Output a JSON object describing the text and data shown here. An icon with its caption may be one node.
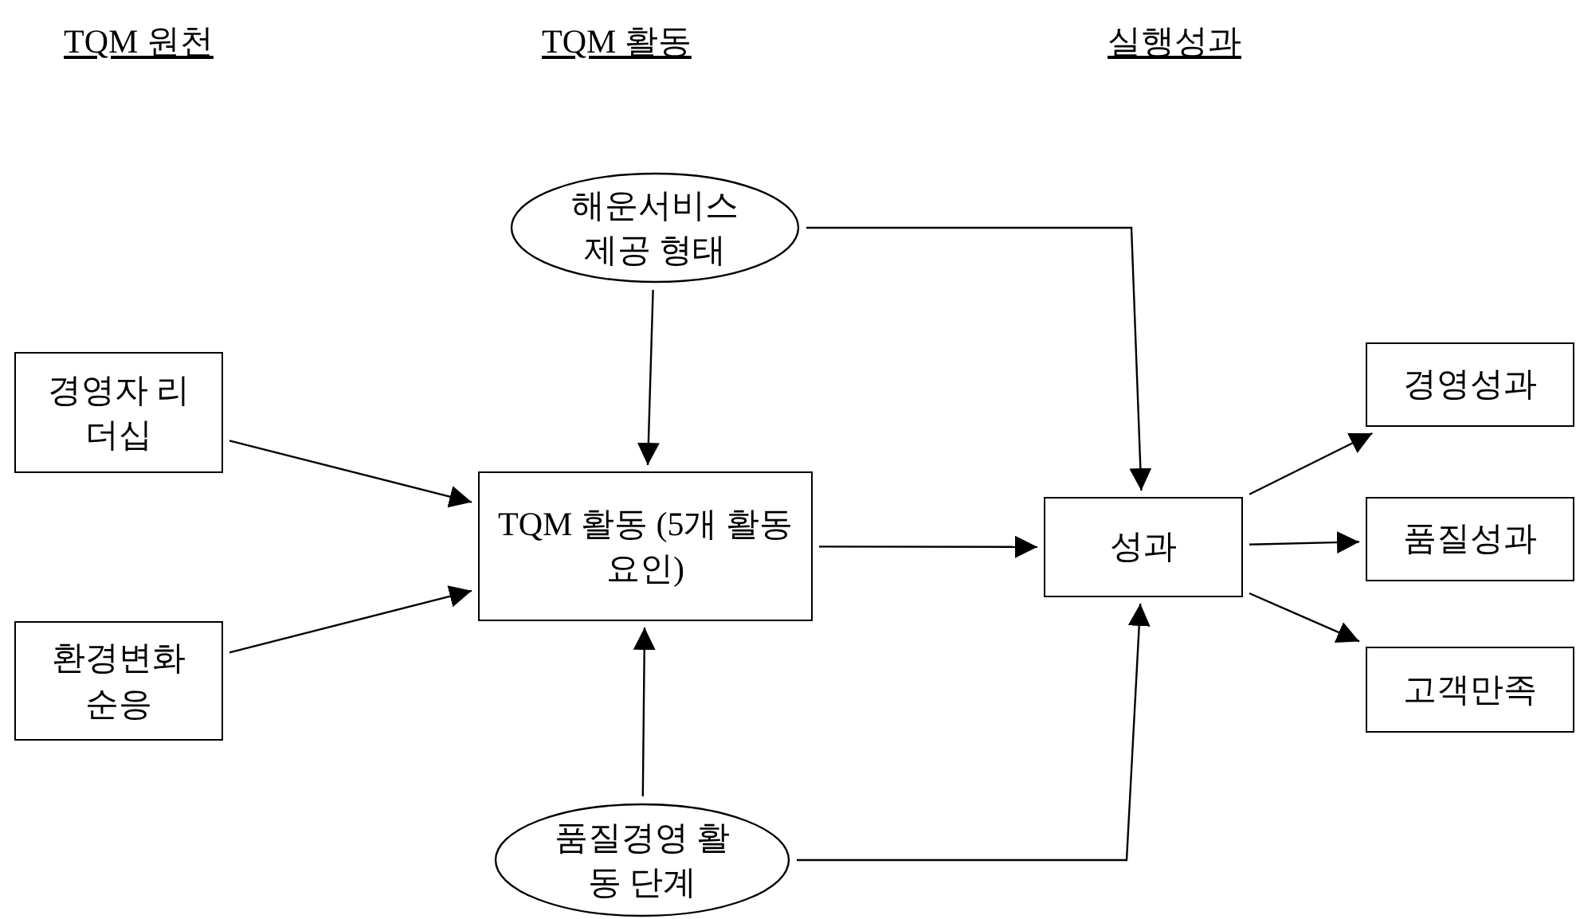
{
  "diagram": {
    "nodes": [
      {
        "text": [
          "경영자 리더십"
        ]
      },
      {
        "text": [
          "환경변화 순응"
        ]
      },
      {
        "text": [
          "해운서비스 제공 형태"
        ]
      },
      {
        "text": [
          "TQM 활동 (5개 활동요인)"
        ]
      },
      {
        "text": [
          "품질경영 활동 단계"
        ]
      },
      {
        "text": [
          "성과"
        ]
      },
      {
        "text": [
          "경영성과"
        ]
      },
      {
        "text": [
          "품질성과"
        ]
      },
      {
        "text": [
          "고객만족"
        ]
      }
    ],
    "edges": [
      {
        "from": 0,
        "to": 3,
        "arrow": "to"
      },
      {
        "from": 1,
        "to": 3,
        "arrow": "to"
      },
      {
        "from": 2,
        "to": 3,
        "arrow": "to"
      },
      {
        "from": 4,
        "to": 3,
        "arrow": "to"
      },
      {
        "from": 3,
        "to": 5,
        "arrow": "to"
      },
      {
        "from": 2,
        "to": 5,
        "arrow": "to"
      },
      {
        "from": 4,
        "to": 5,
        "arrow": "to"
      },
      {
        "from": 5,
        "to": 6,
        "arrow": "to"
      },
      {
        "from": 5,
        "to": 7,
        "arrow": "to"
      },
      {
        "from": 5,
        "to": 8,
        "arrow": "to"
      }
    ],
    "labels": [
      "TQM 원천",
      "TQM 활동",
      "실행성과"
    ]
  }
}
